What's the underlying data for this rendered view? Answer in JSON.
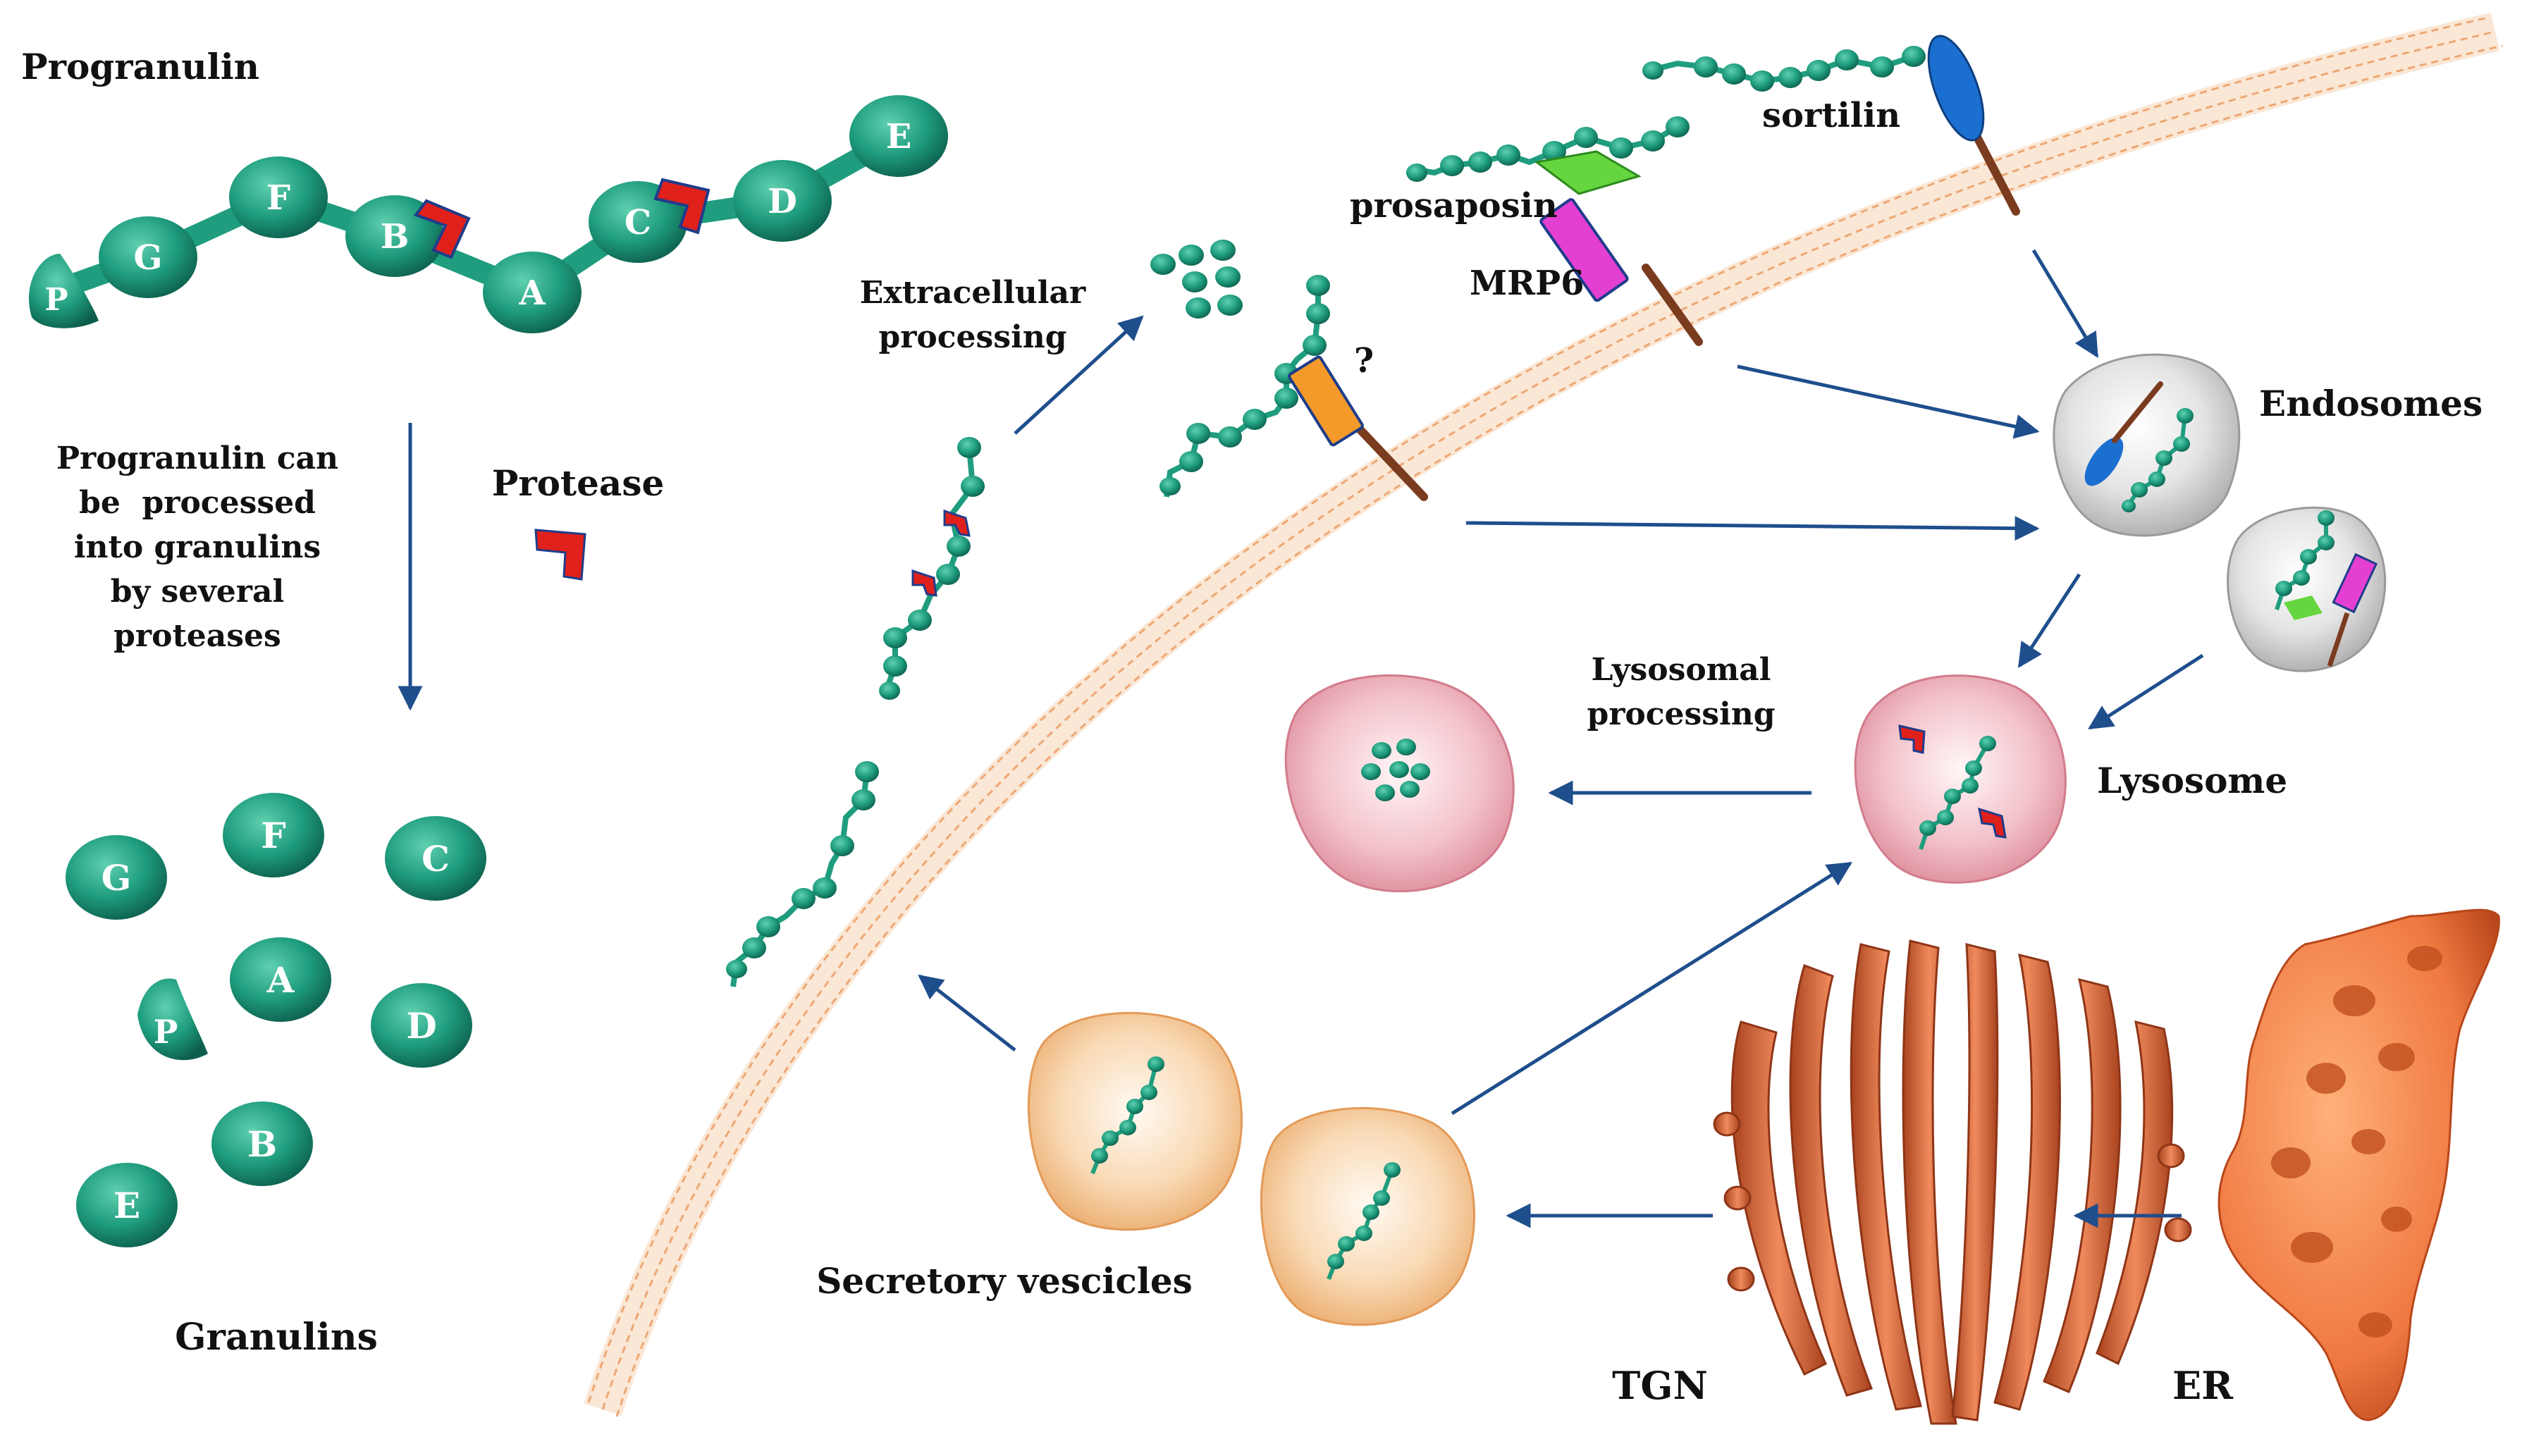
{
  "colors": {
    "granulin": "#1f9d7e",
    "granulin_dark": "#0f6b55",
    "protease": "#e0201b",
    "protease_edge": "#1f3c8a",
    "arrow": "#1f4e8c",
    "membrane": "#f2b98a",
    "endosome": "#c9c9c9",
    "lysosome": "#e9a9b4",
    "vesicle": "#f3c28f",
    "golgi": "#e2744a",
    "sortilin": "#1b6fd0",
    "mrp6": "#e43fd3",
    "prosaposin": "#66d640",
    "unknown_receptor": "#f39a2a",
    "receptor_tail": "#7a3b1e"
  },
  "labels": {
    "progranulin": "Progranulin",
    "processing_note": [
      "Progranulin can",
      "be  processed",
      "into granulins",
      "by several",
      "proteases"
    ],
    "protease": "Protease",
    "granulins": "Granulins",
    "extracellular_processing": [
      "Extracellular",
      "processing"
    ],
    "question": "?",
    "prosaposin": "prosaposin",
    "mrp6": "MRP6",
    "sortilin": "sortilin",
    "endosomes": "Endosomes",
    "lysosomal_processing": [
      "Lysosomal",
      "processing"
    ],
    "lysosome": "Lysosome",
    "secretory_vesicles": "Secretory vescicles",
    "tgn": "TGN",
    "er": "ER"
  },
  "progranulin_chain": [
    "P",
    "G",
    "F",
    "B",
    "A",
    "C",
    "D",
    "E"
  ],
  "granulins": [
    "G",
    "F",
    "C",
    "A",
    "P",
    "D",
    "B",
    "E"
  ]
}
